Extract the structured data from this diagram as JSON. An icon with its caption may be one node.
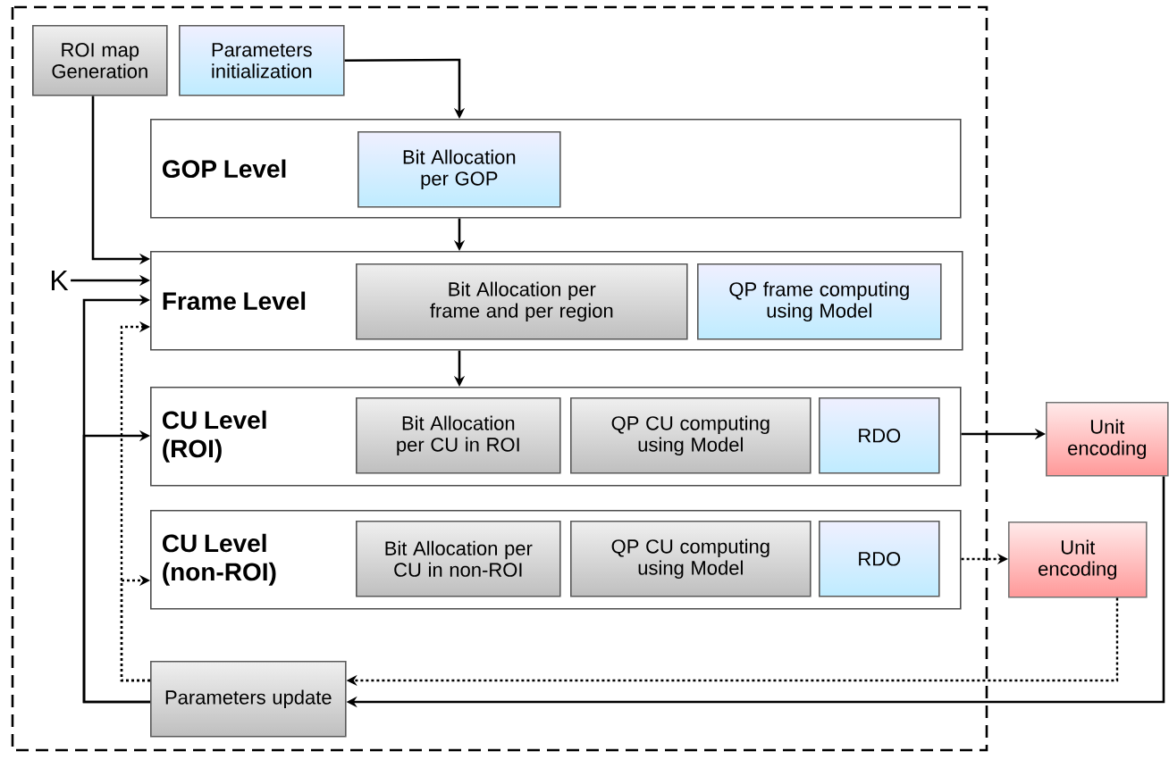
{
  "diagram": {
    "nodes": [
      {
        "text": [
          "ROI map Generation"
        ]
      },
      {
        "text": [
          "Parameters initialization"
        ]
      },
      {
        "text": [
          "GOP Level"
        ]
      },
      {
        "text": [
          "Bit Allocation per GOP"
        ],
        "in": 2
      },
      {
        "text": [
          "Frame Level"
        ]
      },
      {
        "text": [
          "Bit Allocation per frame and per region"
        ],
        "in": 4
      },
      {
        "text": [
          "QP frame computing using Model"
        ],
        "in": 4
      },
      {
        "text": [
          "CU Level (ROI)"
        ]
      },
      {
        "text": [
          "Bit Allocation per CU in ROI"
        ],
        "in": 7
      },
      {
        "text": [
          "QP CU computing using Model"
        ],
        "in": 7
      },
      {
        "text": [
          "RDO"
        ],
        "in": 7
      },
      {
        "text": [
          "CU Level (non-ROI)"
        ]
      },
      {
        "text": [
          "Bit Allocation per CU in non-ROI"
        ],
        "in": 11
      },
      {
        "text": [
          "QP CU computing using Model"
        ],
        "in": 11
      },
      {
        "text": [
          "RDO"
        ],
        "in": 11
      },
      {
        "text": [
          "Unit encoding"
        ]
      },
      {
        "text": [
          "Unit encoding"
        ]
      },
      {
        "text": [
          "Parameters update"
        ]
      },
      {
        "text": [
          "K"
        ]
      }
    ],
    "edges": [
      {
        "from": 1,
        "to": 2,
        "arrow": "to"
      },
      {
        "from": 0,
        "to": 4,
        "arrow": "to"
      },
      {
        "from": 18,
        "to": 4,
        "arrow": "to"
      },
      {
        "from": 17,
        "to": 4,
        "arrow": "to"
      },
      {
        "from": 17,
        "to": 7,
        "arrow": "to"
      },
      {
        "from": 17,
        "to": 4,
        "arrow": "to",
        "style": "dashed"
      },
      {
        "from": 17,
        "to": 11,
        "arrow": "to",
        "style": "dashed"
      },
      {
        "from": 2,
        "to": 4,
        "arrow": "to"
      },
      {
        "from": 4,
        "to": 7,
        "arrow": "to"
      },
      {
        "from": 7,
        "to": 15,
        "arrow": "to"
      },
      {
        "from": 11,
        "to": 16,
        "arrow": "to",
        "style": "dashed"
      },
      {
        "from": 15,
        "to": 17,
        "arrow": "to"
      },
      {
        "from": 16,
        "to": 17,
        "arrow": "to",
        "style": "dashed"
      }
    ]
  }
}
